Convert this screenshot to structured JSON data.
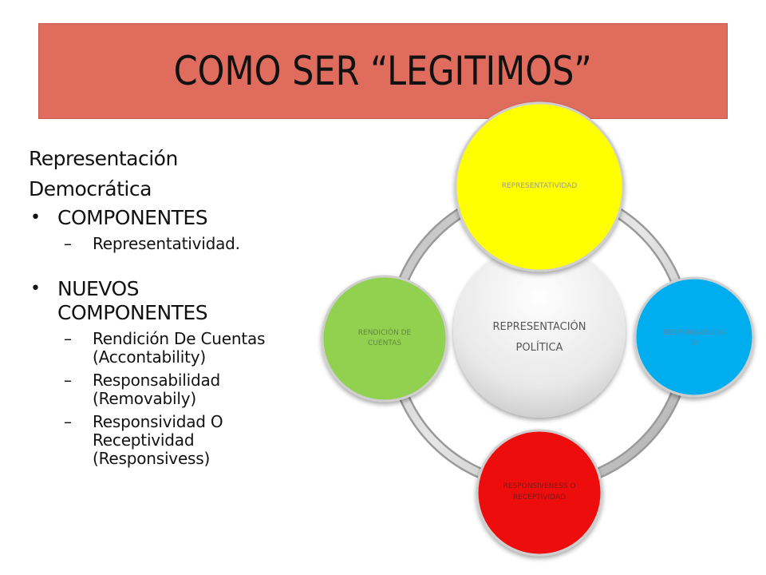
{
  "title": "COMO SER “LEGITIMOS”",
  "left": {
    "heading_line1": "Representación",
    "heading_line2": "Democrática",
    "bullet1": "COMPONENTES",
    "bullet1_items": [
      "Representatividad."
    ],
    "bullet2_line1": "NUEVOS",
    "bullet2_line2": "COMPONENTES",
    "bullet2_items": [
      [
        "Rendición De Cuentas",
        "(Accontability)"
      ],
      [
        "Responsabilidad",
        "(Removabily)"
      ],
      [
        "Responsividad O",
        "Receptividad",
        "(Responsivess)"
      ]
    ]
  },
  "diagram": {
    "center_line1": "REPRESENTACIÓN",
    "center_line2": "POLÍTICA",
    "nodes": {
      "top": "REPRESENTATIVIDAD",
      "right_line1": "RESPONSABILIDA",
      "right_line2": "D",
      "bottom_line1": "RESPONSIVENESS O",
      "bottom_line2": "RECEPTIVIDAD",
      "left_line1": "RENDICIÓN DE",
      "left_line2": "CUENTAS"
    },
    "colors": {
      "top": "#ffff00",
      "right": "#00aeef",
      "bottom": "#ee1111",
      "left": "#92d050"
    }
  }
}
